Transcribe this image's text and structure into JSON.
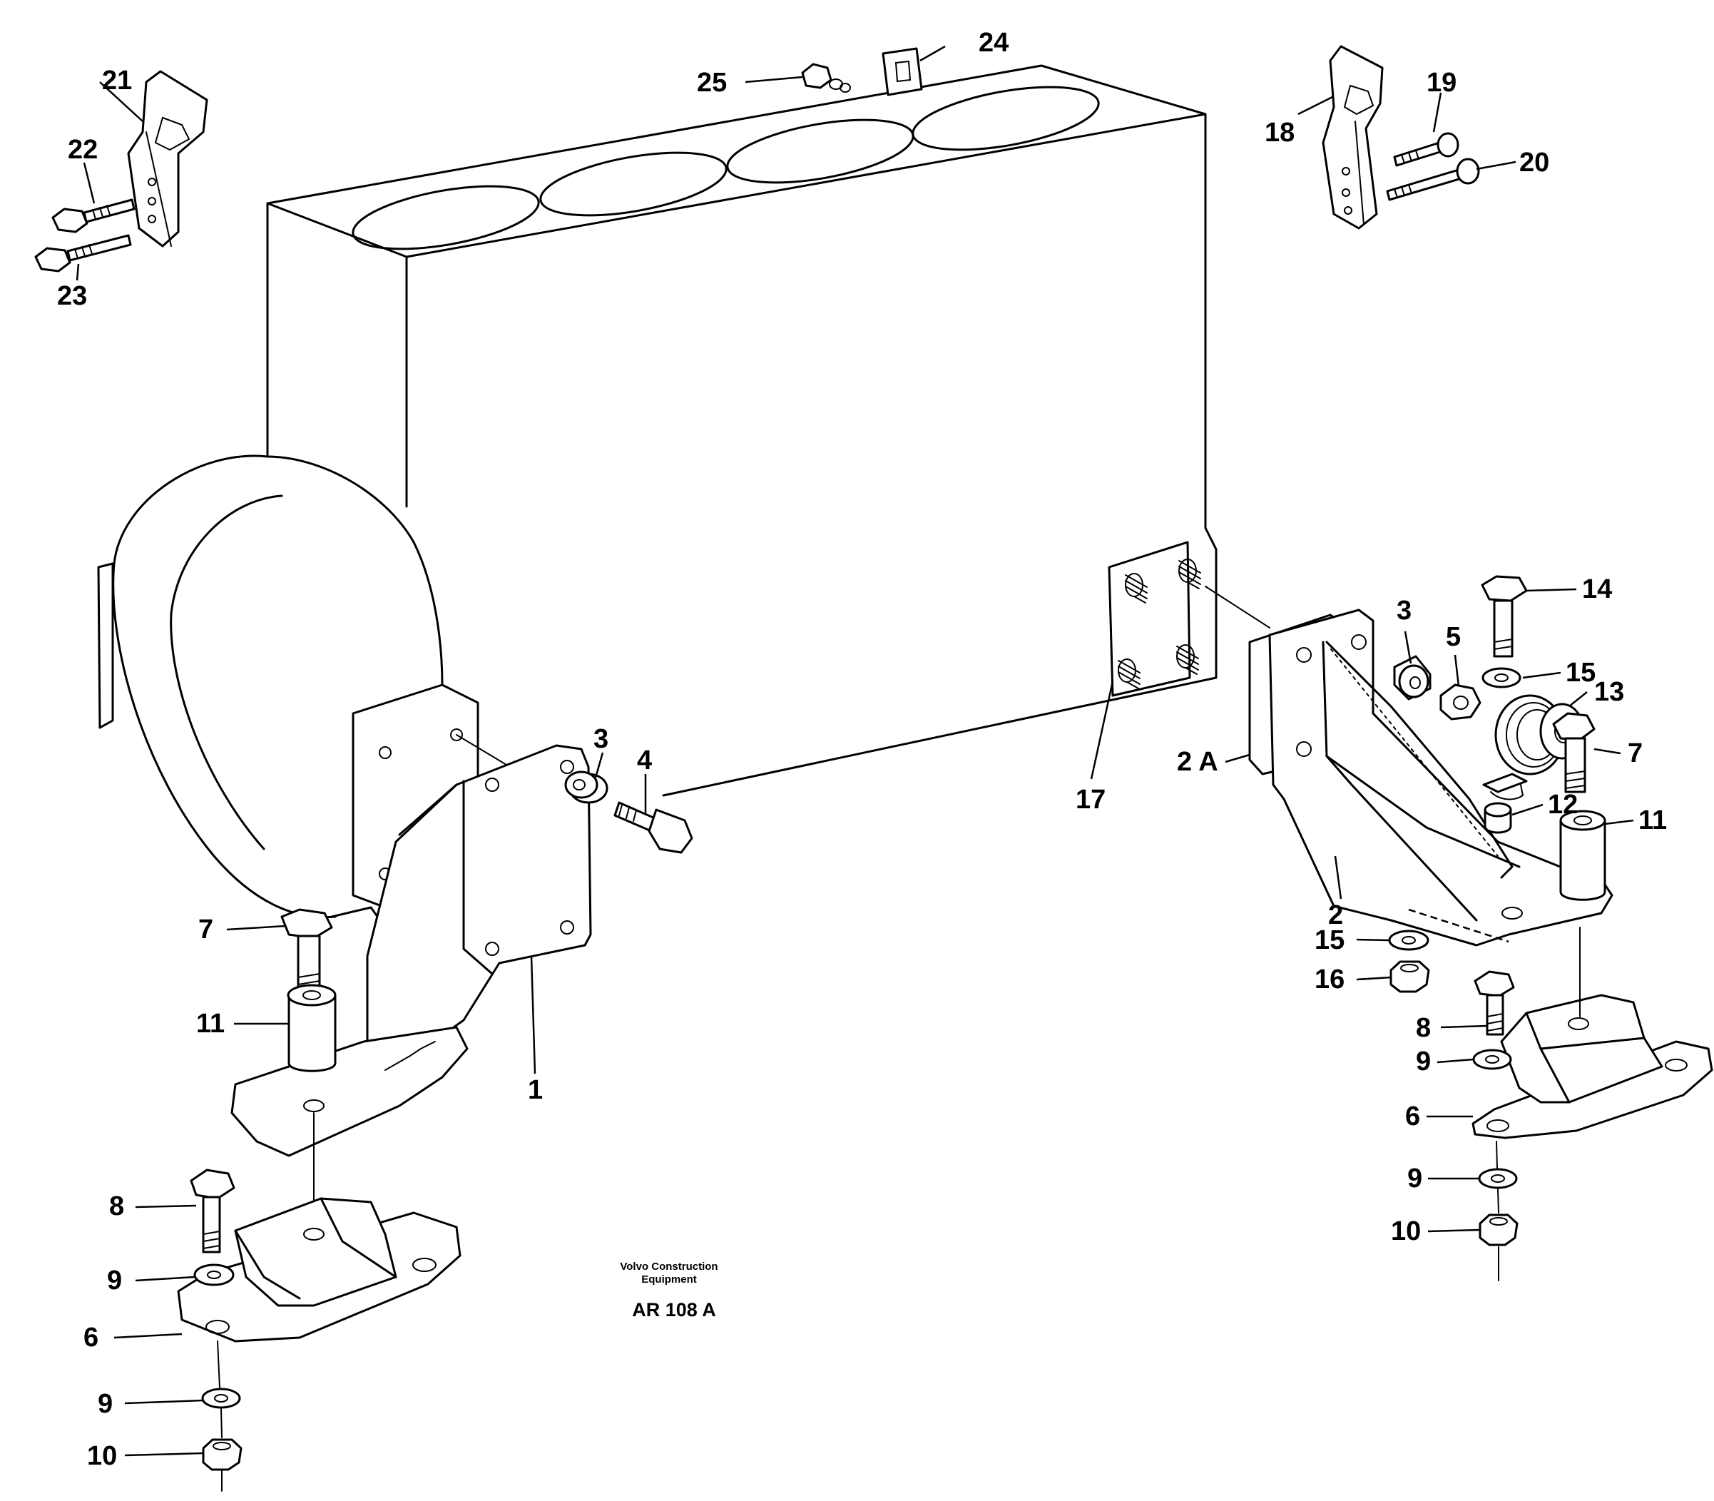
{
  "diagram": {
    "callouts": {
      "c1": "1",
      "c2": "2",
      "c2a": "2 A",
      "c3_left": "3",
      "c3_right": "3",
      "c4": "4",
      "c5": "5",
      "c6_left": "6",
      "c6_right": "6",
      "c7_left": "7",
      "c7_right": "7",
      "c8_left": "8",
      "c8_right_a": "8",
      "c9_left_a": "9",
      "c9_left_b": "9",
      "c9_right_a": "9",
      "c9_right_b": "9",
      "c10_left": "10",
      "c10_right": "10",
      "c11_left": "11",
      "c11_right": "11",
      "c12": "12",
      "c13": "13",
      "c14": "14",
      "c15_a": "15",
      "c15_b": "15",
      "c16": "16",
      "c17": "17",
      "c18": "18",
      "c19": "19",
      "c20": "20",
      "c21": "21",
      "c22": "22",
      "c23": "23",
      "c24": "24",
      "c25": "25"
    },
    "caption": {
      "line1": "Volvo Construction",
      "line2": "Equipment",
      "code": "AR 108 A"
    }
  }
}
